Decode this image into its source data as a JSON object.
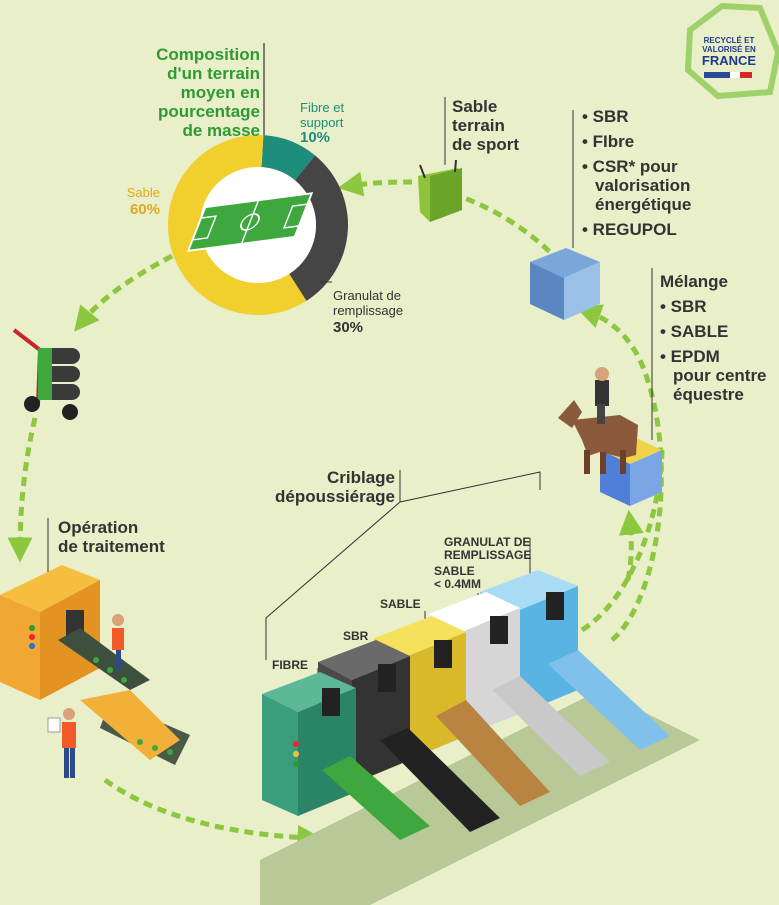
{
  "composition": {
    "title_lines": [
      "Composition",
      "d'un terrain",
      "moyen en",
      "pourcentage",
      "de masse"
    ],
    "segments": [
      {
        "name": "Fibre et support",
        "name_lines": [
          "Fibre et",
          "support"
        ],
        "value": 10,
        "label": "10%",
        "color": "#1e8d7b"
      },
      {
        "name": "Granulat de remplissage",
        "name_lines": [
          "Granulat de",
          "remplissage"
        ],
        "value": 30,
        "label": "30%",
        "color": "#454545"
      },
      {
        "name": "Sable",
        "name_lines": [
          "Sable"
        ],
        "value": 60,
        "label": "60%",
        "color": "#f1cf2d"
      }
    ]
  },
  "sable_terrain": [
    "Sable",
    "terrain",
    "de sport"
  ],
  "outputs_list": [
    "• SBR",
    "• FIbre",
    "• CSR* pour",
    "valorisation",
    "énergétique",
    "• REGUPOL"
  ],
  "melange": {
    "title": "Mélange",
    "items": [
      "• SBR",
      "• SABLE",
      "• EPDM",
      "pour centre",
      "équestre"
    ]
  },
  "operation": [
    "Opération",
    "de traitement"
  ],
  "criblage": [
    "Criblage",
    "dépoussiérage"
  ],
  "machines": {
    "fibre": "FIBRE",
    "sbr": "SBR",
    "sable": "SABLE",
    "sable_fine": [
      "SABLE",
      "< 0.4MM"
    ],
    "granulat": [
      "GRANULAT DE",
      "REMPLISSAGE"
    ]
  },
  "logo": {
    "lines": [
      "RECYCLÉ ET",
      "VALORISÉ EN",
      "FRANCE"
    ]
  },
  "colors": {
    "background": "#e8efc9",
    "accent_green": "#2e9a33",
    "arrow_green": "#8dc63f",
    "fibre": "#3a9e7d",
    "sbr": "#4a4a4a",
    "sable": "#f2d43a",
    "sable_fine": "#ececec",
    "granulat": "#8ecdf0",
    "machine_orange": "#f0a733"
  }
}
